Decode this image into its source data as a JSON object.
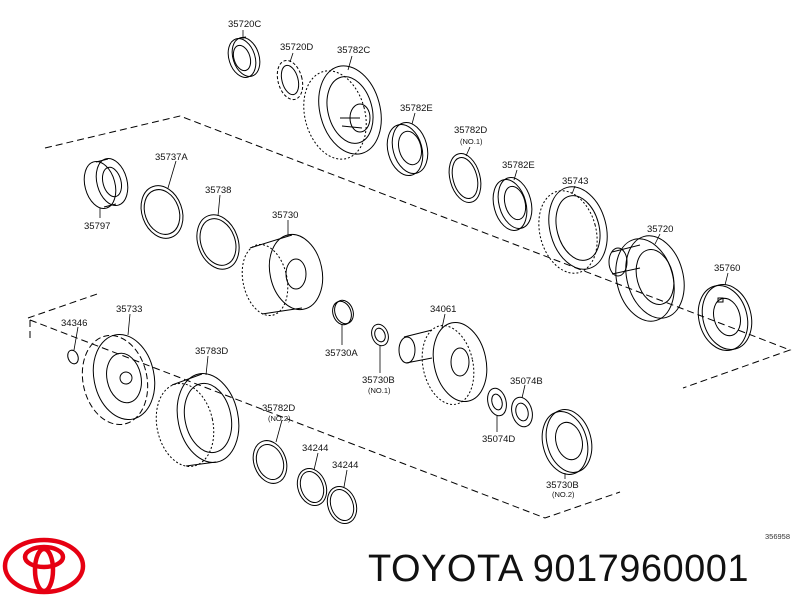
{
  "diagram": {
    "parts": [
      {
        "id": "p-35720C",
        "label": "35720C"
      },
      {
        "id": "p-35720D",
        "label": "35720D"
      },
      {
        "id": "p-35782C",
        "label": "35782C"
      },
      {
        "id": "p-35782E-a",
        "label": "35782E"
      },
      {
        "id": "p-35782D-1",
        "label": "35782D",
        "sub": "(NO.1)"
      },
      {
        "id": "p-35782E-b",
        "label": "35782E"
      },
      {
        "id": "p-35743",
        "label": "35743"
      },
      {
        "id": "p-35737A",
        "label": "35737A"
      },
      {
        "id": "p-35738",
        "label": "35738"
      },
      {
        "id": "p-35797",
        "label": "35797"
      },
      {
        "id": "p-35730",
        "label": "35730"
      },
      {
        "id": "p-35720",
        "label": "35720"
      },
      {
        "id": "p-35760",
        "label": "35760"
      },
      {
        "id": "p-34346",
        "label": "34346"
      },
      {
        "id": "p-35733",
        "label": "35733"
      },
      {
        "id": "p-35783D",
        "label": "35783D"
      },
      {
        "id": "p-35730A",
        "label": "35730A"
      },
      {
        "id": "p-35730B-1",
        "label": "35730B",
        "sub": "(NO.1)"
      },
      {
        "id": "p-34061",
        "label": "34061"
      },
      {
        "id": "p-35074B",
        "label": "35074B"
      },
      {
        "id": "p-35074D",
        "label": "35074D"
      },
      {
        "id": "p-35782D-2",
        "label": "35782D",
        "sub": "(NO.2)"
      },
      {
        "id": "p-34244-a",
        "label": "34244"
      },
      {
        "id": "p-34244-b",
        "label": "34244"
      },
      {
        "id": "p-35730B-2",
        "label": "35730B",
        "sub": "(NO.2)"
      }
    ],
    "ref_code": "356958"
  },
  "brand": {
    "name": "TOYOTA",
    "part_number": "9017960001",
    "logo_color": "#e60012"
  }
}
